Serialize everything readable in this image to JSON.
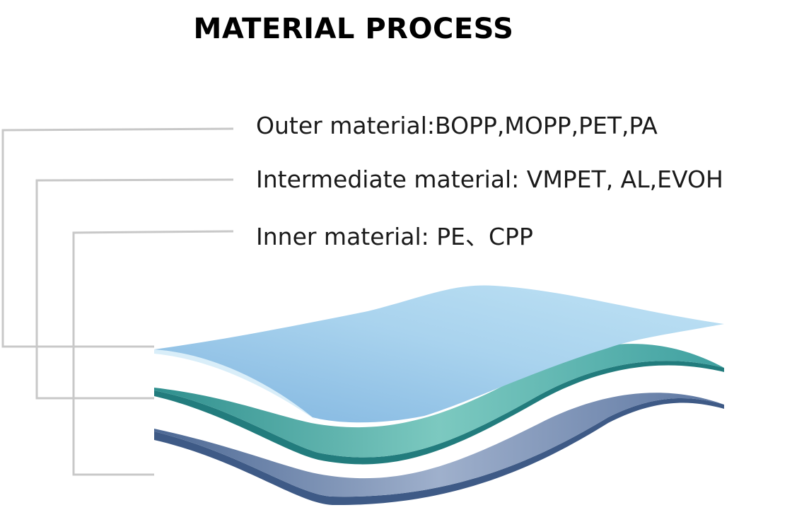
{
  "title": "MATERIAL PROCESS",
  "layers": [
    {
      "id": "outer",
      "label": "Outer material:BOPP,MOPP,PET,PA",
      "color": "#8dc3e6"
    },
    {
      "id": "intermediate",
      "label": "Intermediate material: VMPET, AL,EVOH",
      "color": "#5fb8b0"
    },
    {
      "id": "inner",
      "label": "Inner material: PE、CPP",
      "color": "#6f86ad"
    }
  ],
  "colors": {
    "connector": "#c8c8c8",
    "text": "#1a1a1a"
  }
}
